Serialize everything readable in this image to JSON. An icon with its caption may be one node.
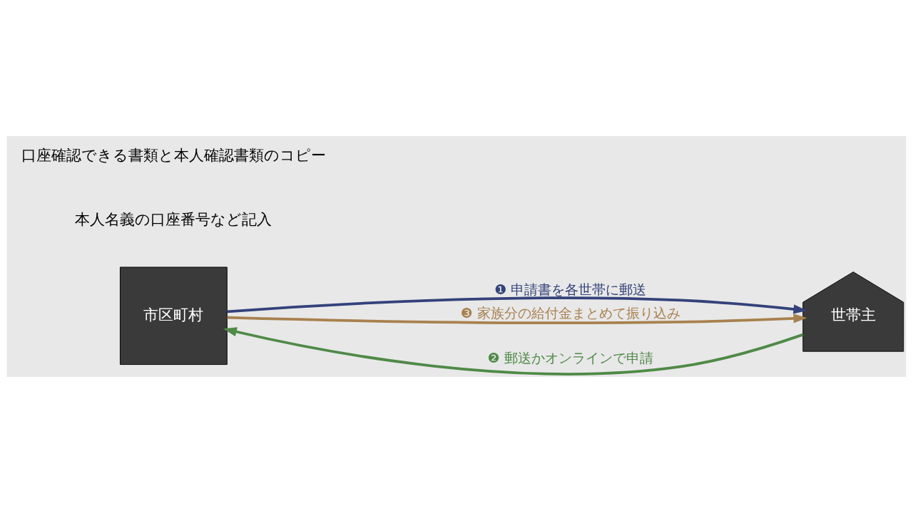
{
  "diagram": {
    "nodes": [
      {
        "text": [
          "市区町村"
        ]
      },
      {
        "text": [
          "世帯主"
        ]
      }
    ],
    "edges": [
      {
        "from": 0,
        "to": 1,
        "arrow": "to",
        "label": "❶ 申請書を各世帯に郵送",
        "color": "#34427a"
      },
      {
        "from": 1,
        "to": 0,
        "arrow": "to",
        "label": "❷ 郵送かオンラインで申請",
        "color": "#4f8a47"
      },
      {
        "from": 0,
        "to": 1,
        "arrow": "to",
        "label": "❸ 家族分の給付金まとめて振り込み",
        "color": "#a8814f"
      }
    ],
    "labels": [
      "本人名義の口座番号など記入",
      "口座確認できる書類と本人確認書類のコピー"
    ]
  }
}
